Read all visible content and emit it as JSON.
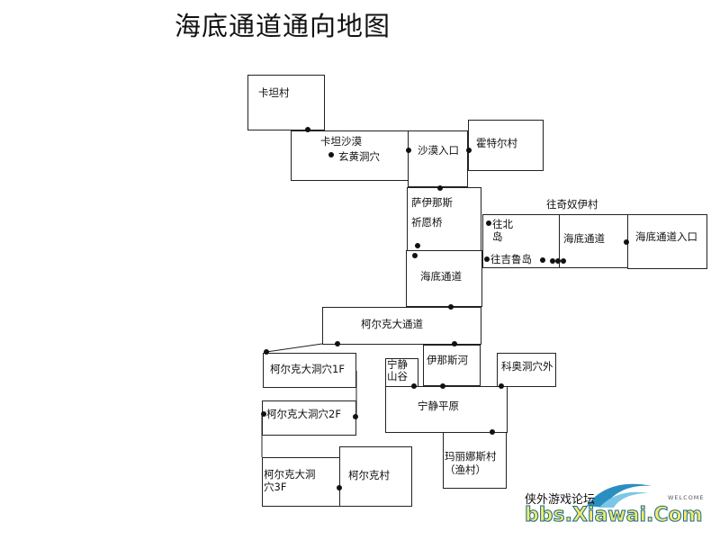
{
  "title": "海底通道通向地图",
  "places": {
    "katan_village": "卡坦村",
    "katan_desert": "卡坦沙漠",
    "black_yellow_cave": "玄黄洞穴",
    "desert_entrance": "沙漠入口",
    "hote_village": "霍特尔村",
    "sayinas_line1": "萨伊那斯",
    "sayinas_line2": "祈愿桥",
    "to_north_line1": "往北",
    "to_north_line2": "岛",
    "to_jilu_island": "往吉鲁岛",
    "to_qinu_village": "往奇奴伊村",
    "undersea_passage_a": "海底通道",
    "undersea_passage_entrance": "海底通道入口",
    "undersea_passage_b": "海底通道",
    "kolk_avenue": "柯尔克大通道",
    "kolk_cave_1f": "柯尔克大洞穴1F",
    "quiet_valley_line1": "宁静",
    "quiet_valley_line2": "山谷",
    "inas_river": "伊那斯河",
    "keao_cave_outside": "科奥洞穴外",
    "quiet_plain": "宁静平原",
    "kolk_cave_2f": "柯尔克大洞穴2F",
    "maris_village_line1": "玛丽娜斯村",
    "maris_village_line2": "（渔村）",
    "kolk_cave_3f_line1": "柯尔克大洞",
    "kolk_cave_3f_line2": "穴3F",
    "kolk_village": "柯尔克村"
  },
  "footer": {
    "forum_name": "侠外游戏论坛",
    "logo_text": "bbs.Xiawai.Com",
    "welcome": "WELCOME"
  }
}
